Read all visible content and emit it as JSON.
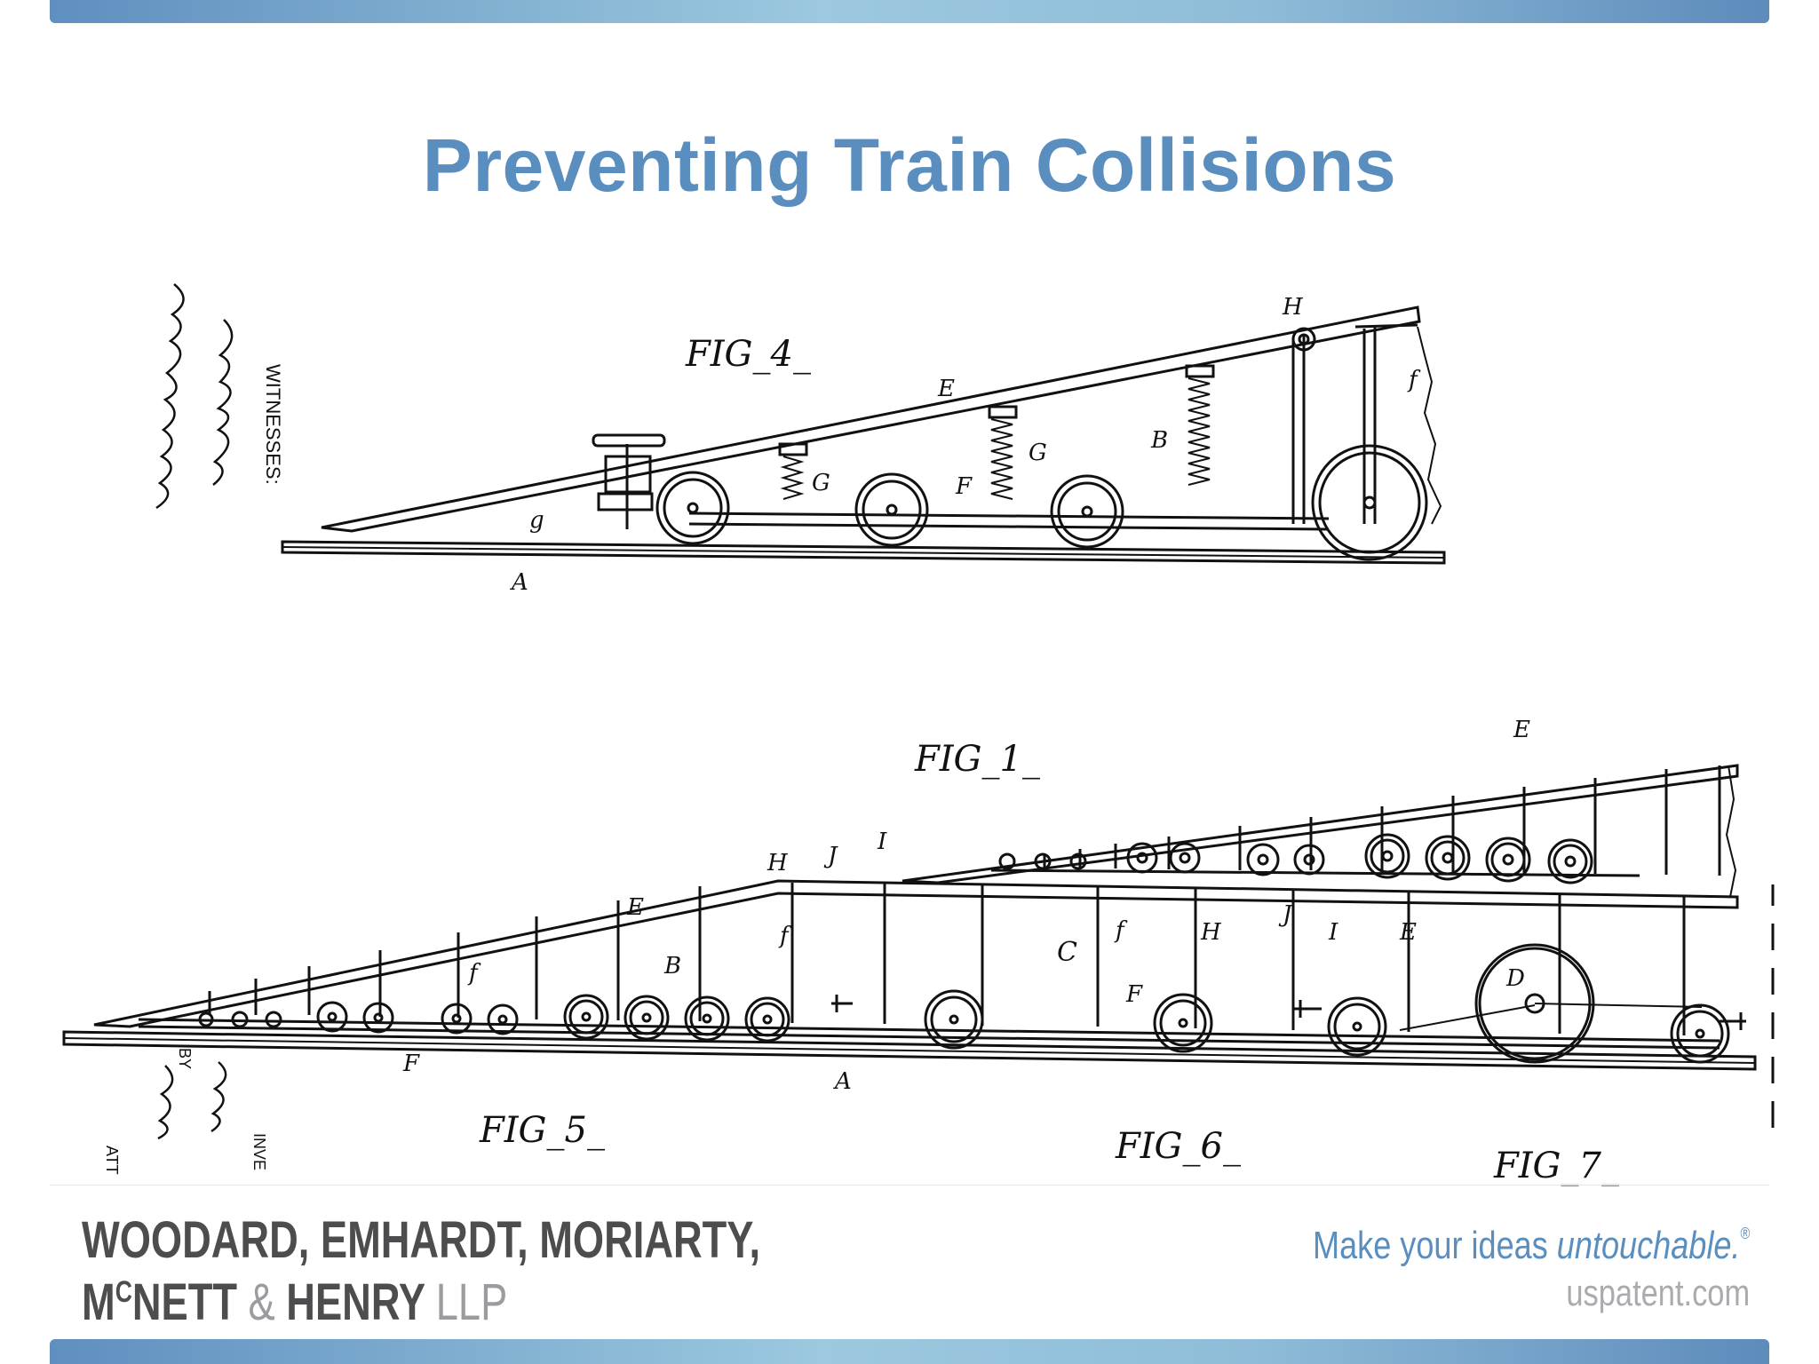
{
  "slide": {
    "title": "Preventing Train Collisions"
  },
  "patent_drawing": {
    "figure_labels": {
      "fig4": "FIG_4_",
      "fig1": "FIG_1_",
      "fig5": "FIG_5_",
      "fig6": "FIG_6_",
      "fig7": "FIG_7_"
    },
    "margin_text": {
      "witnesses": "WITNESSES:",
      "by": "BY",
      "inventor": "INVE",
      "attorney": "ATT"
    },
    "ref_letters": {
      "A": "A",
      "B": "B",
      "C": "C",
      "D": "D",
      "E": "E",
      "F": "F",
      "G": "G",
      "H": "H",
      "I": "I",
      "J": "J",
      "f": "f",
      "g": "g"
    }
  },
  "footer": {
    "firm_line1": "WOODARD, EMHARDT, MORIARTY,",
    "firm_mc": "M",
    "firm_mc_sup": "C",
    "firm_nett": "NETT",
    "firm_amp": "&",
    "firm_henry": "HENRY",
    "firm_llp": "LLP",
    "tagline_start": "Make your ideas ",
    "tagline_em": "untouchable.",
    "tagline_reg": "®",
    "website": "uspatent.com"
  }
}
